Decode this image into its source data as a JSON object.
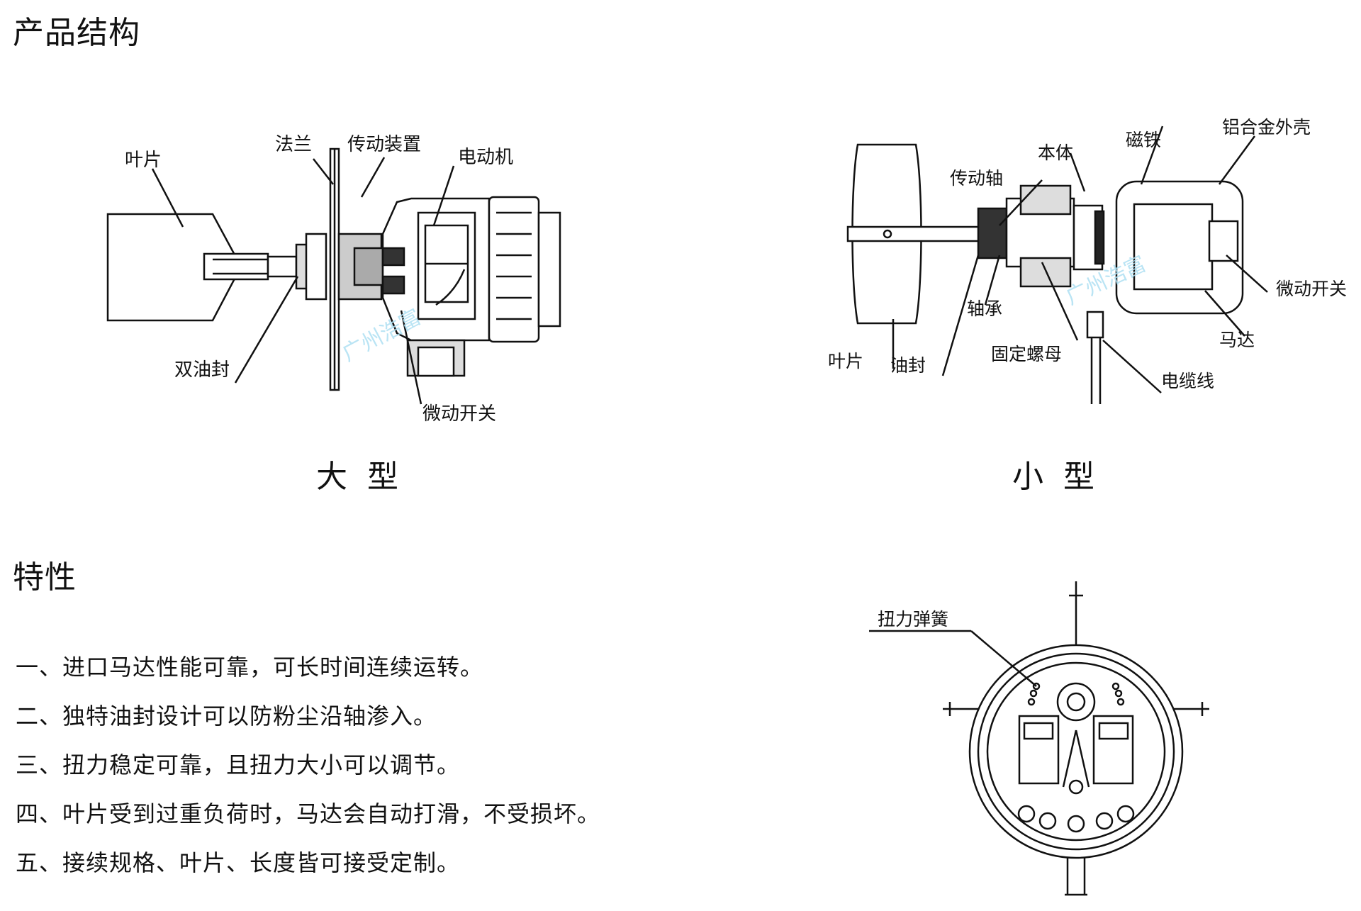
{
  "headings": {
    "structure": "产品结构",
    "features": "特性"
  },
  "captions": {
    "large": "大型",
    "small": "小型"
  },
  "large_labels": {
    "blade": "叶片",
    "flange": "法兰",
    "transmission": "传动装置",
    "motor": "电动机",
    "double_seal": "双油封",
    "micro_switch": "微动开关"
  },
  "small_labels": {
    "body": "本体",
    "magnet": "磁铁",
    "housing": "铝合金外壳",
    "shaft": "传动轴",
    "bearing": "轴承",
    "micro_switch": "微动开关",
    "motor": "马达",
    "nut": "固定螺母",
    "blade": "叶片",
    "seal": "油封",
    "cable": "电缆线"
  },
  "spring_label": "扭力弹簧",
  "watermark": "广州浩富",
  "features": [
    "一、进口马达性能可靠，可长时间连续运转。",
    "二、独特油封设计可以防粉尘沿轴渗入。",
    "三、扭力稳定可靠，且扭力大小可以调节。",
    "四、叶片受到过重负荷时，马达会自动打滑，不受损坏。",
    "五、接续规格、叶片、长度皆可接受定制。"
  ]
}
